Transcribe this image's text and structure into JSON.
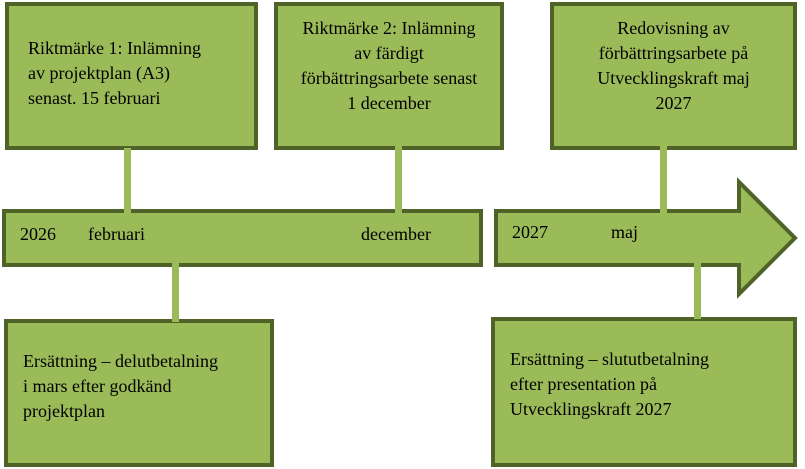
{
  "colors": {
    "fill": "#9bbb59",
    "border": "#4f6228"
  },
  "milestones_top": [
    {
      "lines": [
        "Riktmärke 1: Inlämning",
        "av projektplan (A3)",
        "senast. 15 februari"
      ]
    },
    {
      "lines": [
        "Riktmärke 2: Inlämning",
        "av färdigt",
        "förbättringsarbete senast",
        "1 december"
      ]
    },
    {
      "lines": [
        "Redovisning av",
        "förbättringsarbete på",
        "Utvecklingskraft maj",
        "2027"
      ]
    }
  ],
  "milestones_bottom": [
    {
      "lines": [
        "Ersättning – delutbetalning",
        "i mars efter godkänd",
        "projektplan"
      ]
    },
    {
      "lines": [
        "Ersättning – slututbetalning",
        "efter presentation på",
        "Utvecklingskraft 2027"
      ]
    }
  ],
  "timeline": {
    "year1": "2026",
    "month1": "februari",
    "month2": "december",
    "year2": "2027",
    "month3": "maj"
  }
}
